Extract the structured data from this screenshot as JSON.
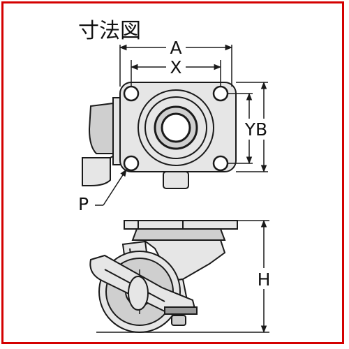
{
  "colors": {
    "frame": "#d40000",
    "ink": "#1a1a1a",
    "fill_light": "#e6e6e6",
    "fill_mid": "#cfcfcf",
    "fill_dark": "#9a9a9a"
  },
  "title": "寸法図",
  "labels": {
    "a": "A",
    "x": "X",
    "yb": "YB",
    "p": "P",
    "h": "H"
  }
}
